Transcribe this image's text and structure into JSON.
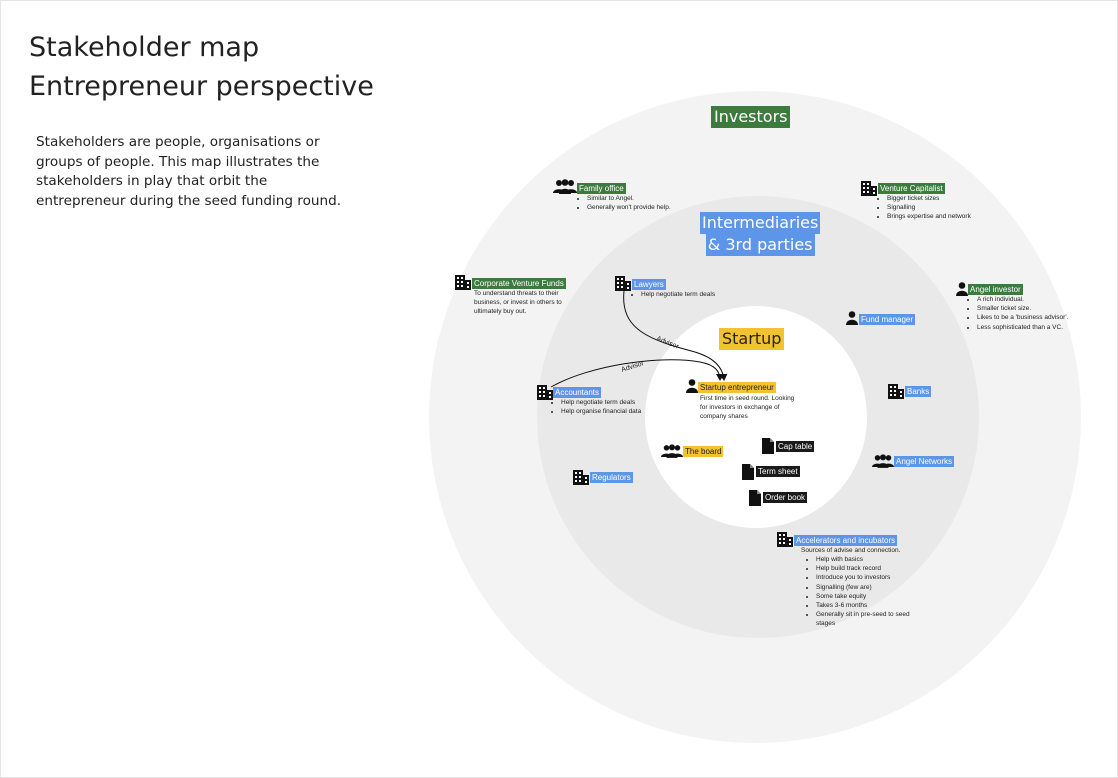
{
  "title_line1": "Stakeholder map",
  "title_line2": "Entrepreneur perspective",
  "intro": "Stakeholders are people, organisations or groups of people. This map illustrates the stakeholders in play that orbit the entrepreneur during the seed funding round.",
  "rings": {
    "investors": "Investors",
    "intermediaries_line1": "Intermediaries",
    "intermediaries_line2": "& 3rd parties",
    "startup": "Startup"
  },
  "colors": {
    "investors": "#3d7a3d",
    "intermediaries": "#5d95e8",
    "startup": "#f2c230",
    "artifact": "#1a1a1a"
  },
  "investors": {
    "family_office": {
      "label": "Family office",
      "icon": "people-group-icon",
      "notes": [
        "Similar to Angel.",
        "Generally won't provide help."
      ]
    },
    "venture_capitalist": {
      "label": "Venture Capitalist",
      "icon": "building-icon",
      "notes": [
        "Bigger ticket sizes",
        "Signalling",
        "Brings expertise and network"
      ]
    },
    "corporate_venture_funds": {
      "label": "Corporate Venture Funds",
      "icon": "building-icon",
      "description": "To understand threats to their business, or invest in others to ultimately buy out."
    },
    "angel_investor": {
      "label": "Angel investor",
      "icon": "person-icon",
      "notes": [
        "A rich individual.",
        "Smaller ticket size.",
        "Likes to be a 'business advisor'.",
        "Less sophisticated than a VC."
      ]
    }
  },
  "intermediaries": {
    "lawyers": {
      "label": "Lawyers",
      "icon": "building-icon",
      "notes": [
        "Help negotiate term deals"
      ]
    },
    "fund_manager": {
      "label": "Fund manager",
      "icon": "person-icon"
    },
    "accountants": {
      "label": "Accountants",
      "icon": "building-icon",
      "notes": [
        "Help negotiate term deals",
        "Help organise financial data"
      ]
    },
    "banks": {
      "label": "Banks",
      "icon": "building-icon"
    },
    "regulators": {
      "label": "Regulators",
      "icon": "building-icon"
    },
    "angel_networks": {
      "label": "Angel Networks",
      "icon": "people-group-icon"
    },
    "accelerators": {
      "label": "Accelerators and incubators",
      "icon": "building-icon",
      "description": "Sources of advise and connection.",
      "notes": [
        "Help with basics",
        "Help build track record",
        "Introduce you to investors",
        "Signalling (few are)",
        "Some take equity",
        "Takes 3-6 months",
        "Generally sit in pre-seed to seed stages"
      ]
    }
  },
  "startup": {
    "entrepreneur": {
      "label": "Startup entrepreneur",
      "icon": "person-icon",
      "description": "First time in seed round. Looking for investors in exchange of company shares"
    },
    "the_board": {
      "label": "The board",
      "icon": "people-group-icon"
    },
    "cap_table": {
      "label": "Cap table",
      "icon": "document-icon"
    },
    "term_sheet": {
      "label": "Term sheet",
      "icon": "document-icon"
    },
    "order_book": {
      "label": "Order book",
      "icon": "document-icon"
    }
  },
  "connectors": {
    "lawyers_to_entrepreneur": "Advisor",
    "accountants_to_entrepreneur": "Advisor"
  }
}
